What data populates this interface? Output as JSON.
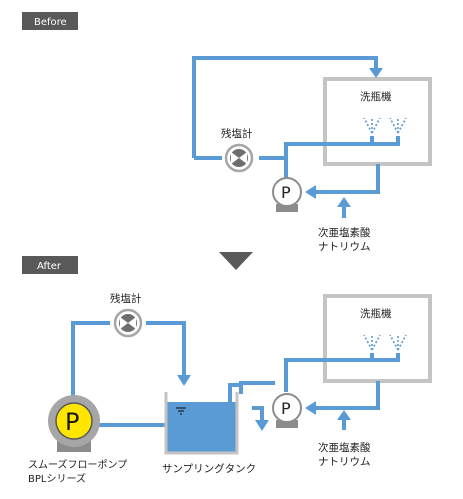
{
  "colors": {
    "pipe": "#5b9bd5",
    "machine_border": "#c4c4c4",
    "tag_bg": "#595959",
    "pump_yellow": "#ffe600",
    "pump_body_gray": "#a6a6a6",
    "tank_water": "#5b9bd5",
    "down_triangle": "#595959"
  },
  "before": {
    "tag": "Before",
    "machine_label": "洗瓶機",
    "chlorine_meter_label": "残塩計",
    "pump_letter": "P",
    "chemical_label_line1": "次亜塩素酸",
    "chemical_label_line2": "ナトリウム"
  },
  "after": {
    "tag": "After",
    "machine_label": "洗瓶機",
    "chlorine_meter_label": "残塩計",
    "pump_letter": "P",
    "chemical_label_line1": "次亜塩素酸",
    "chemical_label_line2": "ナトリウム",
    "bpl_pump_letter": "P",
    "bpl_label_line1": "スムーズフローポンプ",
    "bpl_label_line2": "BPLシリーズ",
    "tank_label": "サンプリングタンク"
  },
  "icons": {
    "flow_arrow": "arrow-head-icon",
    "transition": "down-triangle-icon",
    "meter": "chlorine-meter-icon",
    "pump": "pump-icon",
    "nozzle": "spray-nozzle-icon"
  }
}
